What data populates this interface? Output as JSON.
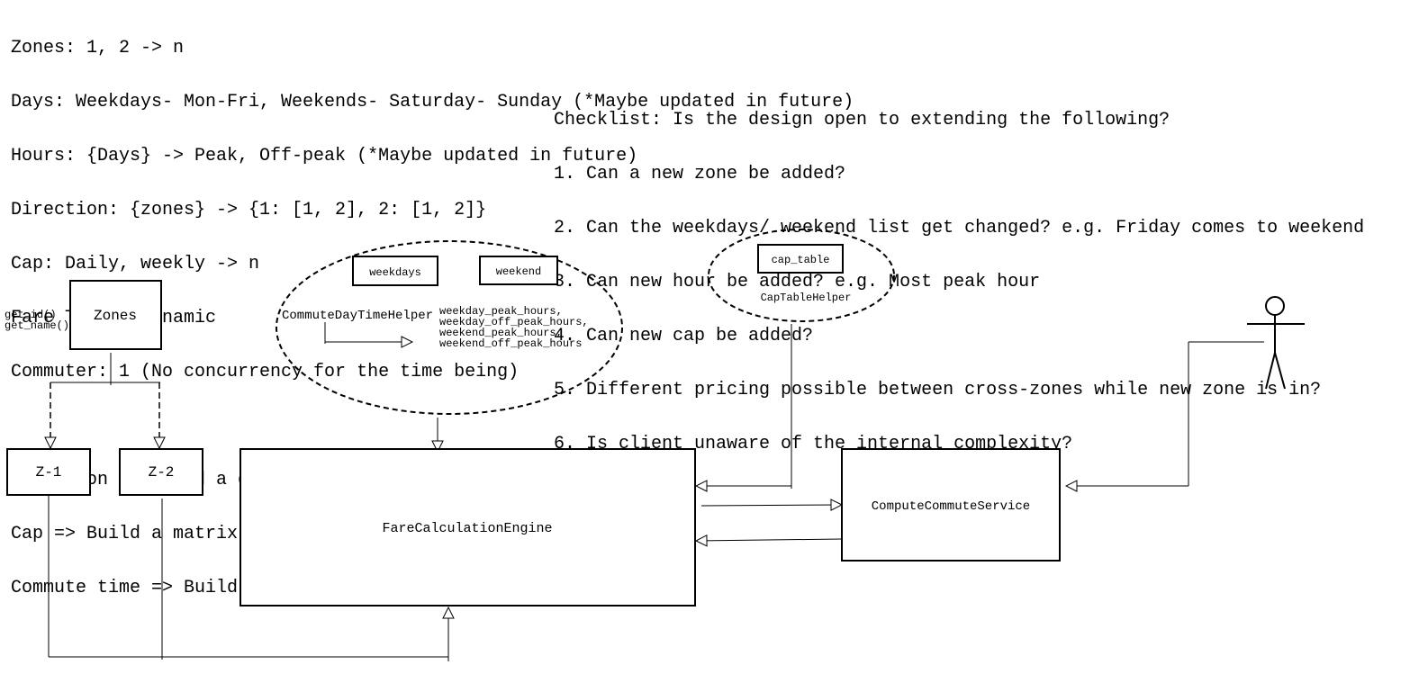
{
  "notes": {
    "lines": [
      "Zones: 1, 2 -> n",
      "Days: Weekdays- Mon-Fri, Weekends- Saturday- Sunday (*Maybe updated in future)",
      "Hours: {Days} -> Peak, Off-peak (*Maybe updated in future)",
      "Direction: {zones} -> {1: [1, 2], 2: [1, 2]}",
      "Cap: Daily, weekly -> n",
      "Fare Table: Dynamic",
      "Commuter: 1 (No concurrency for the time being)",
      "",
      "Direction => Build a graph in memory",
      "Cap => Build a matrix",
      "Commute time => Build a matrix"
    ]
  },
  "checklist": {
    "title": "Checklist: Is the design open to extending the following?",
    "items": [
      "1. Can a new zone be added?",
      "2. Can the weekdays/ weekend list get changed? e.g. Friday comes to weekend",
      "3. Can new hour be added? e.g. Most peak hour",
      "4. Can new cap be added?",
      "5. Different pricing possible between cross-zones while new zone is in?",
      "6. Is client unaware of the internal complexity?"
    ]
  },
  "diagram": {
    "zones_box": "Zones",
    "zones_methods": [
      "get_id()",
      "get_name()"
    ],
    "zone1": "Z-1",
    "zone2": "Z-2",
    "weekdays_box": "weekdays",
    "weekend_box": "weekend",
    "day_helper": "CommuteDayTimeHelper",
    "hours_list": [
      "weekday_peak_hours,",
      "weekday_off_peak_hours,",
      "weekend_peak_hours,",
      "weekend_off_peak_hours"
    ],
    "cap_table_box": "cap_table",
    "cap_helper": "CapTableHelper",
    "engine": "FareCalculationEngine",
    "service": "ComputeCommuteService"
  }
}
